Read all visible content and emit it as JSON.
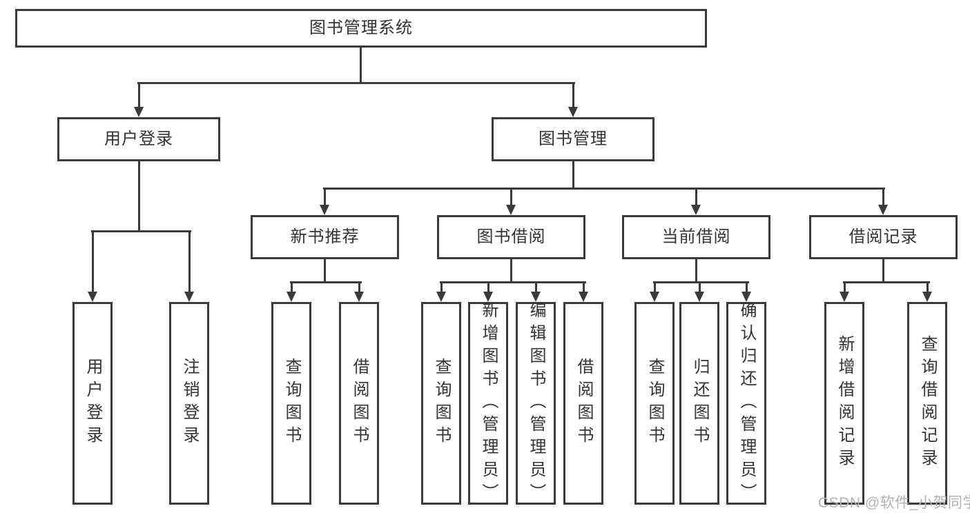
{
  "tree": {
    "root": {
      "label": "图书管理系统"
    },
    "branches": [
      {
        "label": "用户登录",
        "children": [
          {
            "label": "用户登录"
          },
          {
            "label": "注销登录"
          }
        ]
      },
      {
        "label": "图书管理",
        "children": [
          {
            "label": "新书推荐",
            "children": [
              {
                "label": "查询图书"
              },
              {
                "label": "借阅图书"
              }
            ]
          },
          {
            "label": "图书借阅",
            "children": [
              {
                "label": "查询图书"
              },
              {
                "label": "新增图书（管理员）"
              },
              {
                "label": "编辑图书（管理员）"
              },
              {
                "label": "借阅图书"
              }
            ]
          },
          {
            "label": "当前借阅",
            "children": [
              {
                "label": "查询图书"
              },
              {
                "label": "归还图书"
              },
              {
                "label": "确认归还（管理员）"
              }
            ]
          },
          {
            "label": "借阅记录",
            "children": [
              {
                "label": "新增借阅记录"
              },
              {
                "label": "查询借阅记录"
              }
            ]
          }
        ]
      }
    ]
  },
  "watermark": {
    "text": "CSDN @软件_小贺同学"
  },
  "colors": {
    "line": "#3a3a3a",
    "box_border": "#3a3a3a",
    "text": "#333333",
    "watermark": "#b3b3b3",
    "background": "#ffffff"
  }
}
